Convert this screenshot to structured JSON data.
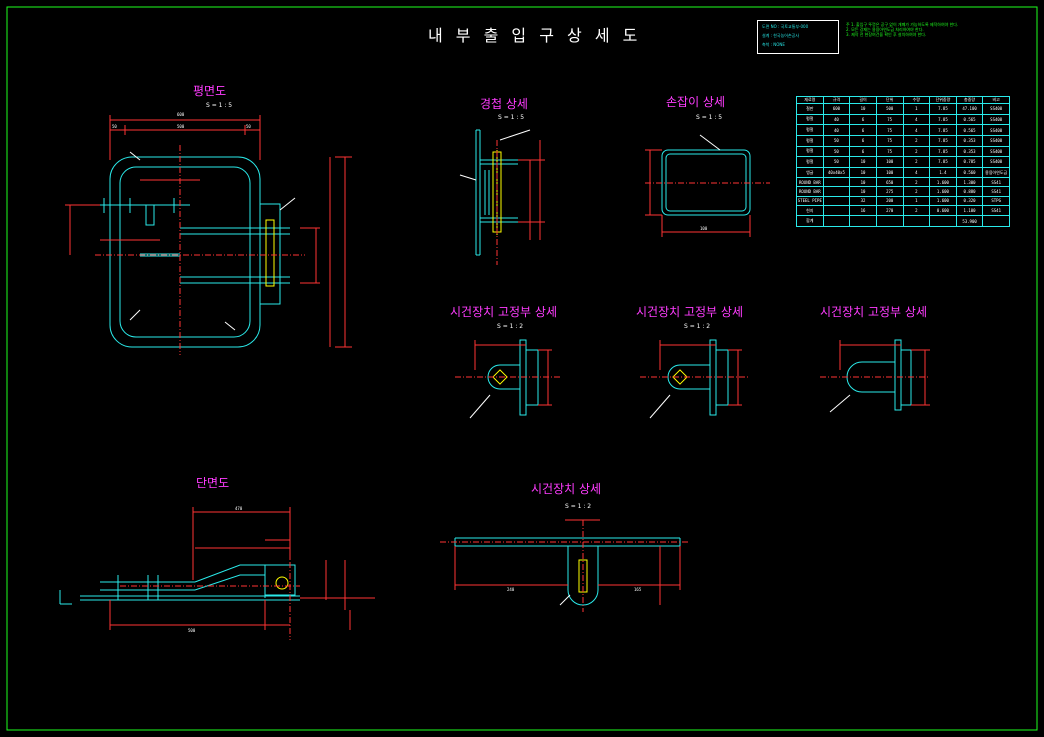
{
  "title": "내 부 출 입 구 상 세 도",
  "views": {
    "plan": "평면도",
    "section": "단면도",
    "coaming": "경첩 상세",
    "handle": "손잡이 상세",
    "lock_fix_1": "시건장치 고정부 상세",
    "lock_fix_2": "시건장치 고정부 상세",
    "lock_fix_3": "시건장치 고정부 상세",
    "lock": "시건장치 상세"
  },
  "scales": {
    "plan": "S = 1 : 5",
    "coaming": "S = 1 : 5",
    "handle": "S = 1 : 5",
    "lock_fix_1": "S = 1 : 2",
    "lock_fix_2": "S = 1 : 2",
    "lock": "S = 1 : 2"
  },
  "dimensions": {
    "plan_total": "600",
    "plan_inner": "500",
    "plan_left": "50",
    "plan_right": "50",
    "section_total": "470",
    "section_bottom": "500",
    "handle_width": "100",
    "lock_length": "240",
    "lock_right": "165"
  },
  "note_box": {
    "line1": "도면 NO : 국토교통부-000",
    "line2": "설계 : 한국농어촌공사",
    "line3": "축척 : NONE"
  },
  "notes": [
    "주 1. 출입구 뚜껑은 공구 없이 개폐가 가능하도록 제작하여야 한다.",
    "2. 모든 강재는 용융아연도금 처리하여야 한다.",
    "3. 제작 전 현장여건을 확인 후 설치하여야 한다."
  ],
  "bom_headers": [
    "재료명",
    "규격",
    "길이",
    "단위",
    "수량",
    "단위중량",
    "총중량",
    "비고"
  ],
  "bom_rows": [
    [
      "철판",
      "600",
      "10",
      "500",
      "1",
      "7.85",
      "47.100",
      "SS400"
    ],
    [
      "평철",
      "40",
      "6",
      "75",
      "4",
      "7.85",
      "0.565",
      "SS400"
    ],
    [
      "평철",
      "40",
      "6",
      "75",
      "4",
      "7.85",
      "0.565",
      "SS400"
    ],
    [
      "평철",
      "50",
      "6",
      "75",
      "2",
      "7.85",
      "0.353",
      "SS400"
    ],
    [
      "평철",
      "50",
      "6",
      "75",
      "2",
      "7.85",
      "0.353",
      "SS400"
    ],
    [
      "평철",
      "50",
      "10",
      "100",
      "2",
      "7.85",
      "0.785",
      "SS400"
    ],
    [
      "앵글",
      "40x40x5",
      "10",
      "100",
      "4",
      "1.4",
      "0.560",
      "용융아연도금"
    ],
    [
      "ROUND BAR",
      "",
      "10",
      "650",
      "2",
      "1.600",
      "1.300",
      "SS41"
    ],
    [
      "ROUND BAR",
      "",
      "10",
      "275",
      "2",
      "1.600",
      "0.880",
      "SS41"
    ],
    [
      "STEEL PIPE",
      "",
      "32",
      "200",
      "1",
      "1.600",
      "0.320",
      "STPG"
    ],
    [
      "힌지",
      "",
      "16",
      "270",
      "2",
      "0.600",
      "1.100",
      "SS41"
    ],
    [
      "합계",
      "",
      "",
      "",
      "",
      "",
      "53.900",
      ""
    ]
  ]
}
